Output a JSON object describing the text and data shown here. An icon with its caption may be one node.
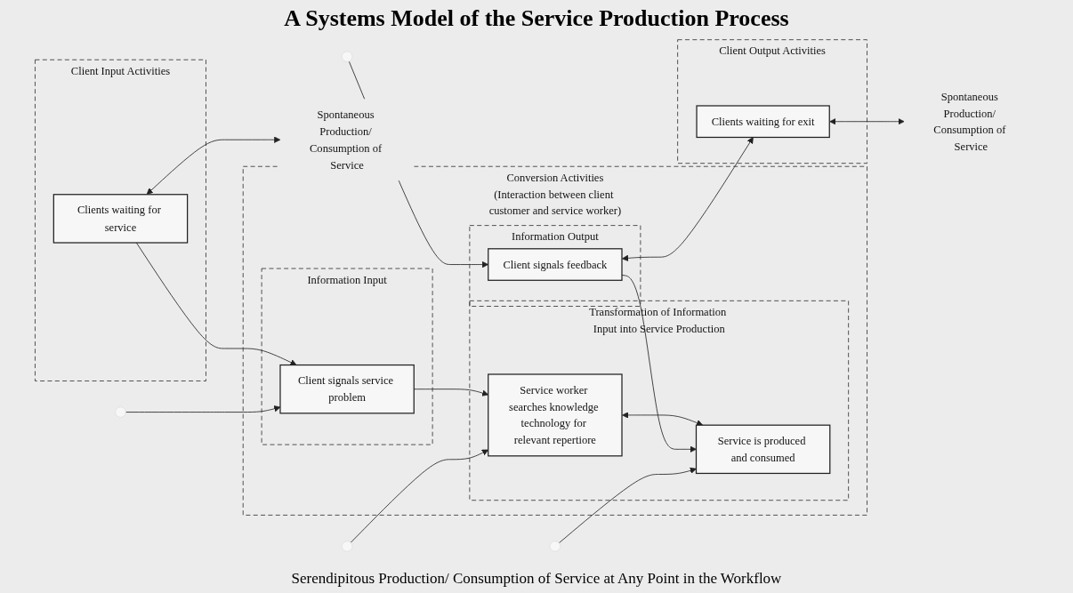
{
  "diagram": {
    "title": "A Systems Model of the Service Production Process",
    "nodes": [
      {
        "text": [
          "Client Input Activities"
        ]
      },
      {
        "text": [
          "Clients waiting for service"
        ],
        "in": 0
      },
      {
        "text": [
          "Conversion Activities",
          "(Interaction between client customer and service worker)"
        ]
      },
      {
        "text": [
          "Information Input"
        ],
        "in": 2
      },
      {
        "text": [
          "Client signals service problem"
        ],
        "in": 3
      },
      {
        "text": [
          "Transformation of Information Input into Service Production"
        ],
        "in": 2
      },
      {
        "text": [
          "Service worker searches knowledge technology for relevant repertiore"
        ],
        "in": 5
      },
      {
        "text": [
          "Service is produced and consumed"
        ],
        "in": 5
      },
      {
        "text": [
          "Information Output"
        ],
        "in": 2
      },
      {
        "text": [
          "Client signals feedback"
        ],
        "in": 8
      },
      {
        "text": [
          "Client Output Activities"
        ]
      },
      {
        "text": [
          "Clients waiting for exit"
        ],
        "in": 10
      },
      {
        "text": [
          "Spontaneous Production/ Consumption of Service"
        ]
      },
      {
        "text": [
          "Spontaneous Production/ Consumption of Service"
        ]
      }
    ],
    "edges": [
      {
        "from": 1,
        "to": 4,
        "arrow": "to"
      },
      {
        "from": 4,
        "to": 6,
        "arrow": "to"
      },
      {
        "from": 6,
        "to": 7,
        "arrow": "both"
      },
      {
        "from": 9,
        "to": 7,
        "arrow": "to"
      },
      {
        "from": 9,
        "to": 11,
        "arrow": "both"
      },
      {
        "from": 1,
        "to": 12,
        "arrow": "both"
      },
      {
        "from": 11,
        "to": 13,
        "arrow": "both"
      },
      {
        "from": null,
        "to": 4,
        "arrow": "to"
      },
      {
        "from": null,
        "to": 6,
        "arrow": "to"
      },
      {
        "from": null,
        "to": 7,
        "arrow": "to"
      },
      {
        "from": null,
        "to": 9,
        "arrow": "to"
      }
    ],
    "labels": [
      "Serendipitous Production/ Consumption of Service at Any Point in the Workflow"
    ]
  }
}
